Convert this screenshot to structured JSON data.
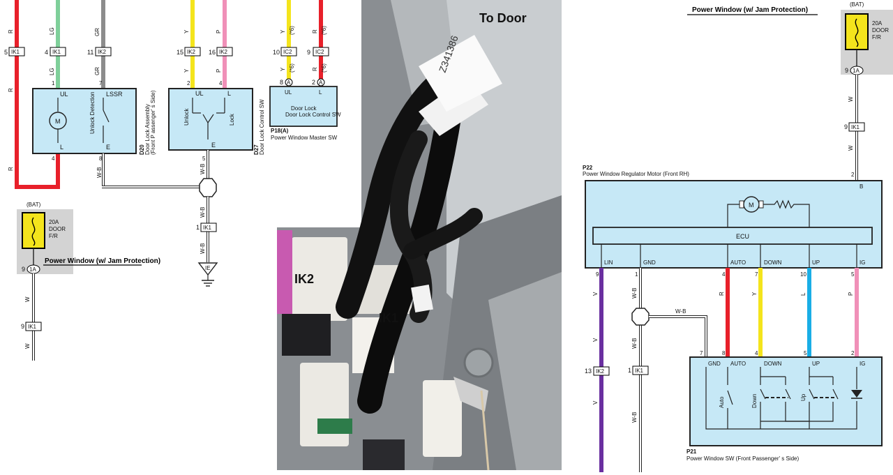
{
  "left": {
    "top_wires": [
      {
        "color_code": "R",
        "pin": "5",
        "connector": "IK1",
        "color": "#e8202a"
      },
      {
        "color_code": "LG",
        "pin": "4",
        "connector": "IK1",
        "color": "#7fcf9a"
      },
      {
        "color_code": "GR",
        "pin": "11",
        "connector": "IK2",
        "color": "#8c8c8c"
      },
      {
        "color_code": "Y",
        "pin": "15",
        "connector": "IK2",
        "color": "#f4e41c"
      },
      {
        "color_code": "P",
        "pin": "16",
        "connector": "IK2",
        "color": "#f090b8"
      },
      {
        "color_code": "Y",
        "note": "(*6)",
        "pin": "10",
        "connector": "IC2",
        "color": "#f4e41c"
      },
      {
        "color_code": "R",
        "note": "(*6)",
        "pin": "9",
        "connector": "IC2",
        "color": "#e8202a"
      }
    ],
    "door_lock_assy": {
      "terminals": {
        "ul": "UL",
        "lssr": "LSSR",
        "l": "L",
        "e": "E"
      },
      "pins": {
        "ul": "1",
        "lssr": "7",
        "l": "4",
        "e": "8"
      },
      "motor": "M",
      "switch_label": "Unlock Detection",
      "code": "D20",
      "name": "Door Lock Assembly",
      "sub": "(Front P assenger' s Side)"
    },
    "door_lock_control_sw": {
      "terminals": {
        "ul": "UL",
        "l": "L",
        "e": "E"
      },
      "pins": {
        "ul": "2",
        "l": "4",
        "e": "5"
      },
      "unlock": "Unlock",
      "lock": "Lock",
      "code": "D27",
      "name": "Door Lock Control SW"
    },
    "master_sw": {
      "terminals": {
        "ul": "UL",
        "l": "L"
      },
      "pins": {
        "ul": "8",
        "l": "2"
      },
      "pin_tag": "A",
      "body": "Door Lock Control SW",
      "body_top": "Door Lock",
      "code": "P18(A)",
      "name": "Power Window Master SW"
    },
    "wb_labels": {
      "a": "W-B",
      "b": "W-B",
      "c": "W-B",
      "d": "W-B"
    },
    "ground": {
      "pin": "1",
      "connector": "IK1",
      "tag": "IE"
    },
    "r_lower": "R",
    "fuse_box": {
      "bat": "(BAT)",
      "fuse": "20A",
      "fuse_name": "DOOR",
      "fuse_sub": "F/R",
      "pin": "9",
      "connector": "1A",
      "title": "Power Window (w/ Jam Protection)"
    },
    "lower_w": {
      "w1": "W",
      "pin": "9",
      "connector": "IK1",
      "w2": "W"
    }
  },
  "photo": {
    "to_door": "To Door",
    "ik2": "IK2",
    "ik1": "IK1",
    "tag_text": "Z341386"
  },
  "right": {
    "title": "Power Window (w/ Jam Protection)",
    "fuse_box": {
      "bat": "(BAT)",
      "fuse": "20A",
      "fuse_name": "DOOR",
      "fuse_sub": "F/R",
      "pin": "9",
      "connector": "1A"
    },
    "w_top": "W",
    "ik1_pin": "9",
    "ik1_conn": "IK1",
    "w_mid": "W",
    "regulator": {
      "code": "P22",
      "name": "Power Window Regulator Motor (Front RH)",
      "b_pin": "2",
      "b": "B",
      "motor": "M",
      "ecu": "ECU",
      "terminals": [
        "LIN",
        "GND",
        "AUTO",
        "DOWN",
        "UP",
        "IG"
      ]
    },
    "wires": [
      {
        "pin": "9",
        "code": "V",
        "color": "#6a2fa0"
      },
      {
        "pin": "1",
        "code": "W-B",
        "color": "#ffffff"
      },
      {
        "pin": "4",
        "code": "R",
        "color": "#e8202a"
      },
      {
        "pin": "7",
        "code": "Y",
        "color": "#f4e41c"
      },
      {
        "pin": "10",
        "code": "L",
        "color": "#19aee6"
      },
      {
        "pin": "5",
        "code": "P",
        "color": "#f090b8"
      }
    ],
    "wb_branch": "W-B",
    "lin_lower": {
      "v1": "V",
      "pin": "13",
      "connector": "IK2",
      "v2": "V"
    },
    "gnd_lower": {
      "wb1": "W-B",
      "pin": "1",
      "connector": "IK1",
      "wb2": "W-B"
    },
    "sw": {
      "code": "P21",
      "name": "Power Window SW (Front Passenger' s Side)",
      "terminals": [
        "GND",
        "AUTO",
        "DOWN",
        "UP",
        "IG"
      ],
      "pins": [
        "7",
        "8",
        "4",
        "5",
        "2"
      ],
      "auto": "Auto",
      "down": "Down",
      "up": "Up"
    }
  }
}
